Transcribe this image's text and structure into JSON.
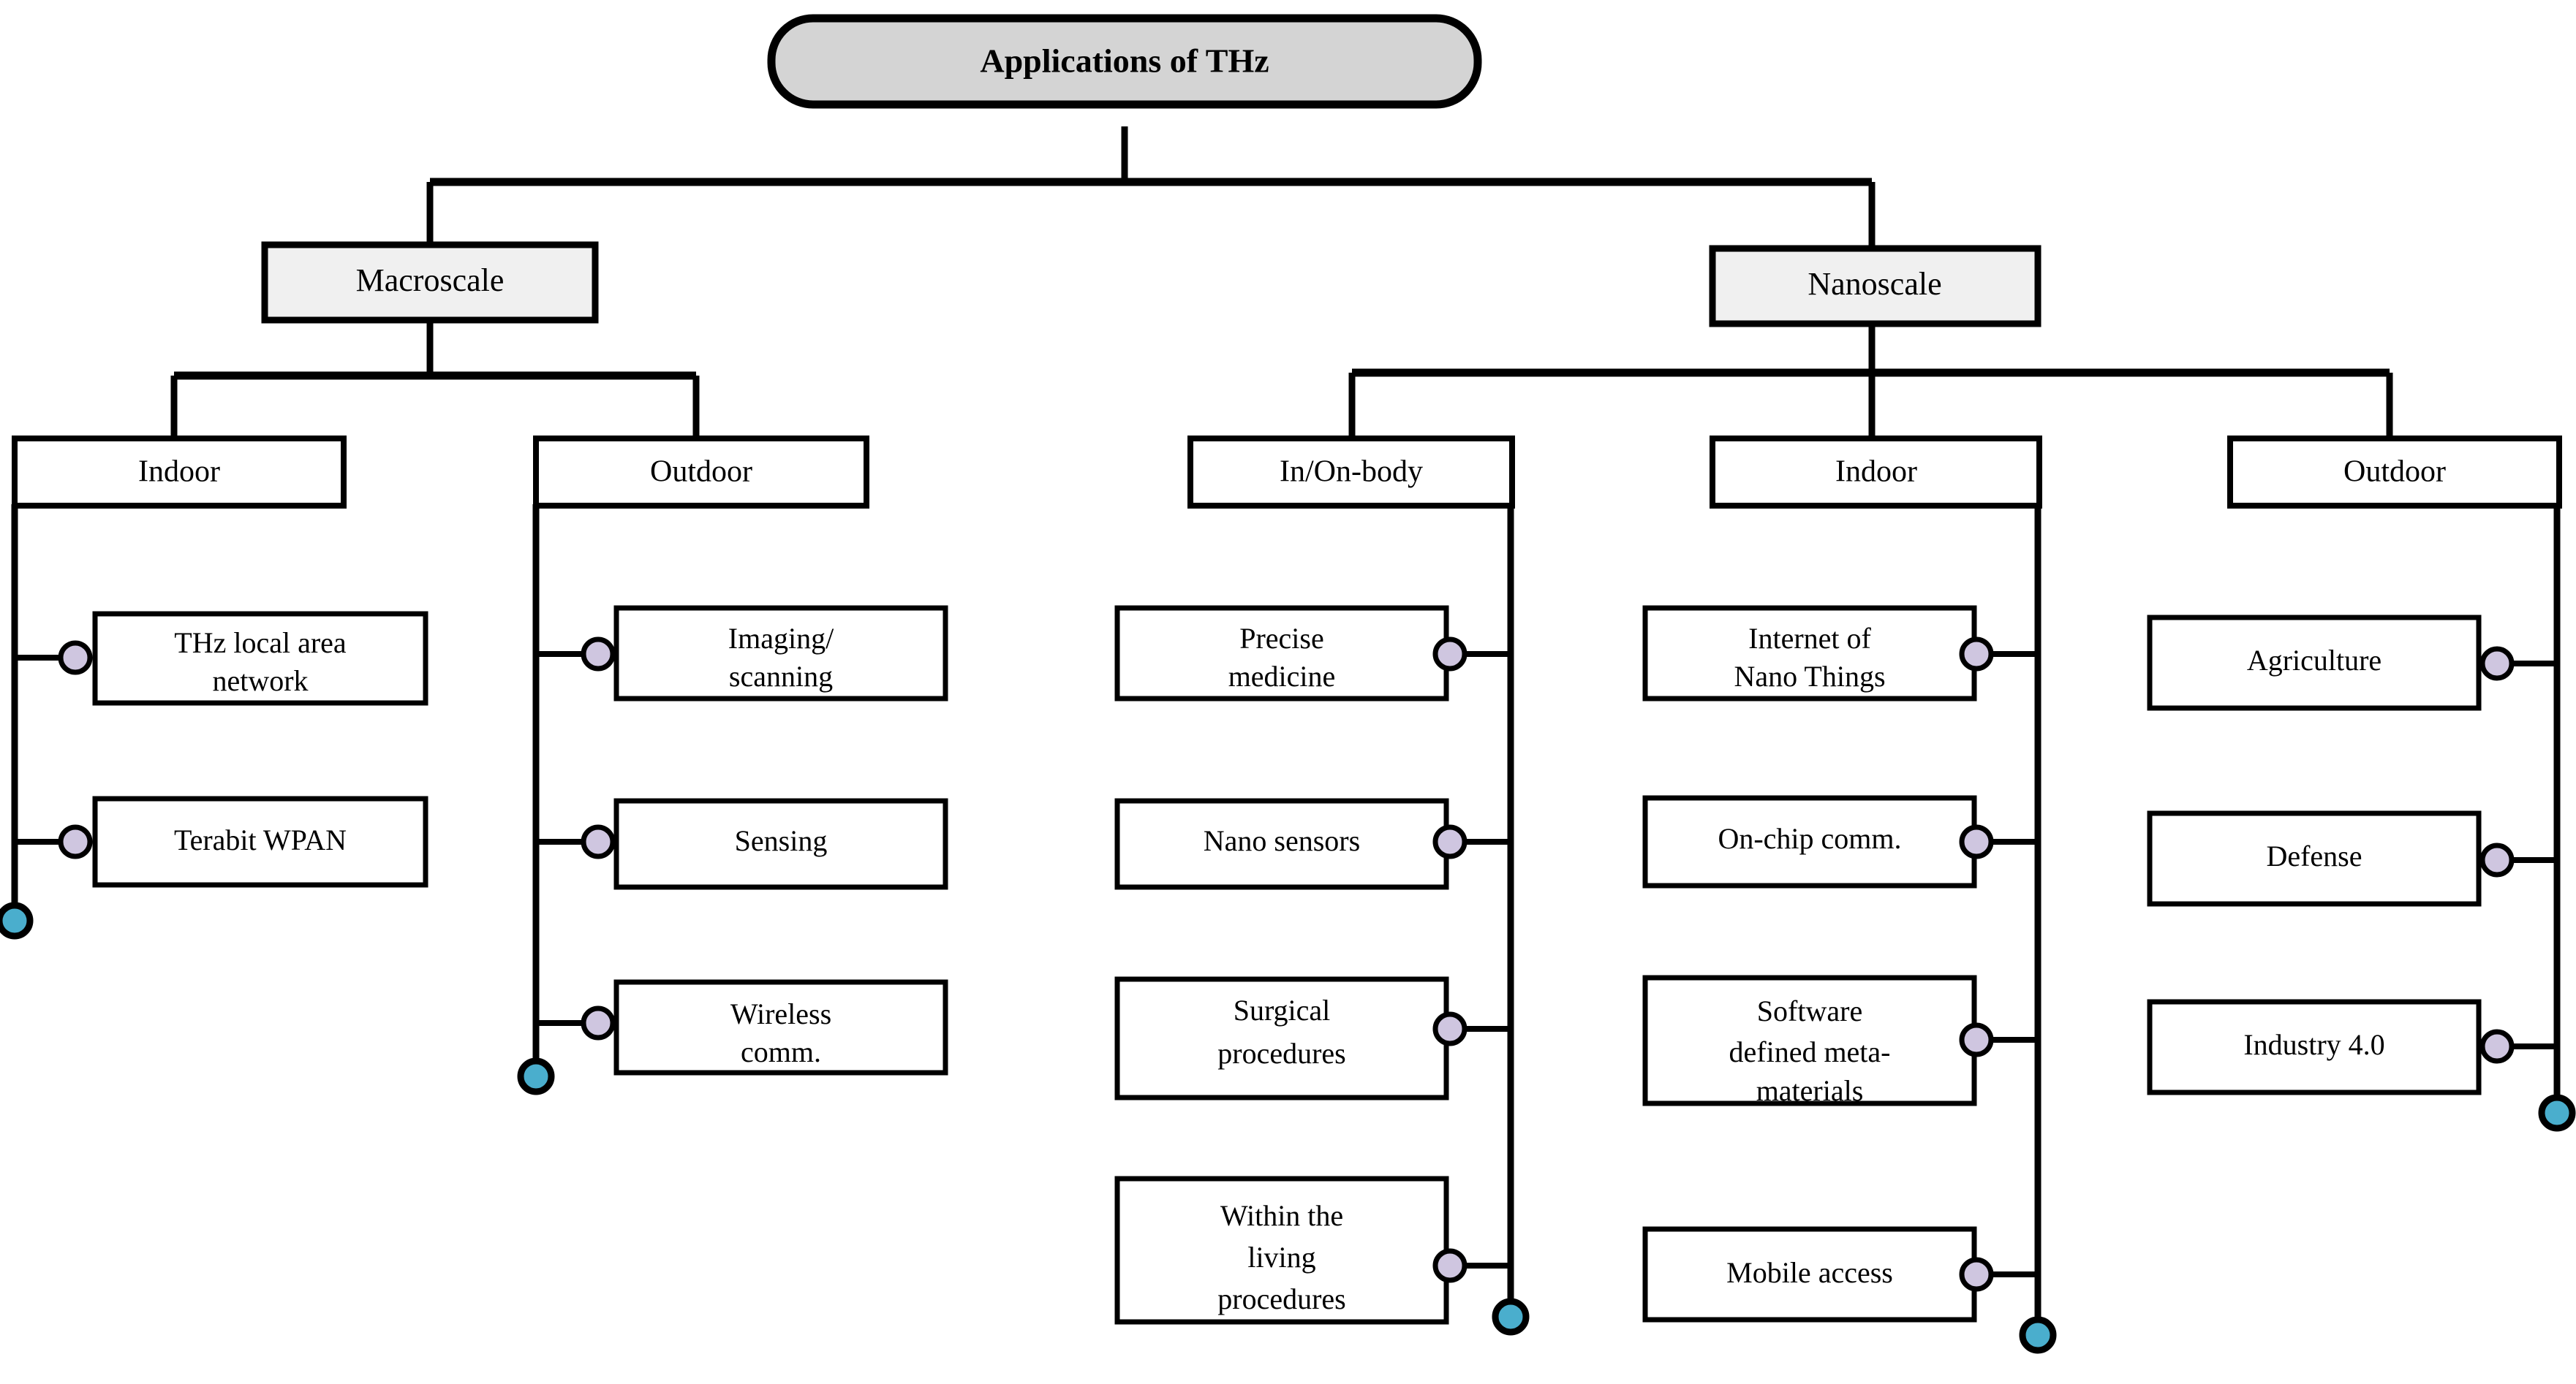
{
  "diagram": {
    "title": "Applications of THz",
    "type": "hierarchy-tree",
    "colors": {
      "root_fill": "#d4d4d4",
      "level2_fill": "#f0f0f0",
      "leaf_fill": "#ffffff",
      "stroke": "#000000",
      "connector_dot": "#cfc6e0",
      "terminal_dot": "#4aaecd",
      "background": "#ffffff"
    },
    "root": {
      "label": "Applications of THz"
    },
    "branches": [
      {
        "label": "Macroscale",
        "categories": [
          {
            "label": "Indoor",
            "dot_side": "left",
            "leaves": [
              {
                "label": "THz local area network",
                "lines": [
                  "THz local area",
                  "network"
                ]
              },
              {
                "label": "Terabit WPAN",
                "lines": [
                  "Terabit WPAN"
                ]
              }
            ]
          },
          {
            "label": "Outdoor",
            "dot_side": "left",
            "leaves": [
              {
                "label": "Imaging/ scanning",
                "lines": [
                  "Imaging/",
                  "scanning"
                ]
              },
              {
                "label": "Sensing",
                "lines": [
                  "Sensing"
                ]
              },
              {
                "label": "Wireless comm.",
                "lines": [
                  "Wireless",
                  "comm."
                ]
              }
            ]
          }
        ]
      },
      {
        "label": "Nanoscale",
        "categories": [
          {
            "label": "In/On-body",
            "dot_side": "right",
            "leaves": [
              {
                "label": "Precise medicine",
                "lines": [
                  "Precise",
                  "medicine"
                ]
              },
              {
                "label": "Nano sensors",
                "lines": [
                  "Nano sensors"
                ]
              },
              {
                "label": "Surgical procedures",
                "lines": [
                  "Surgical",
                  "procedures"
                ]
              },
              {
                "label": "Within the living procedures",
                "lines": [
                  "Within the",
                  "living",
                  "procedures"
                ]
              }
            ]
          },
          {
            "label": "Indoor",
            "dot_side": "right",
            "leaves": [
              {
                "label": "Internet of Nano Things",
                "lines": [
                  "Internet of",
                  "Nano Things"
                ]
              },
              {
                "label": "On-chip comm.",
                "lines": [
                  "On-chip comm."
                ]
              },
              {
                "label": "Software defined meta-materials",
                "lines": [
                  "Software",
                  "defined meta-",
                  "materials"
                ]
              },
              {
                "label": "Mobile access",
                "lines": [
                  "Mobile access"
                ]
              }
            ]
          },
          {
            "label": "Outdoor",
            "dot_side": "right",
            "leaves": [
              {
                "label": "Agriculture",
                "lines": [
                  "Agriculture"
                ]
              },
              {
                "label": "Defense",
                "lines": [
                  "Defense"
                ]
              },
              {
                "label": "Industry 4.0",
                "lines": [
                  "Industry 4.0"
                ]
              }
            ]
          }
        ]
      }
    ]
  }
}
